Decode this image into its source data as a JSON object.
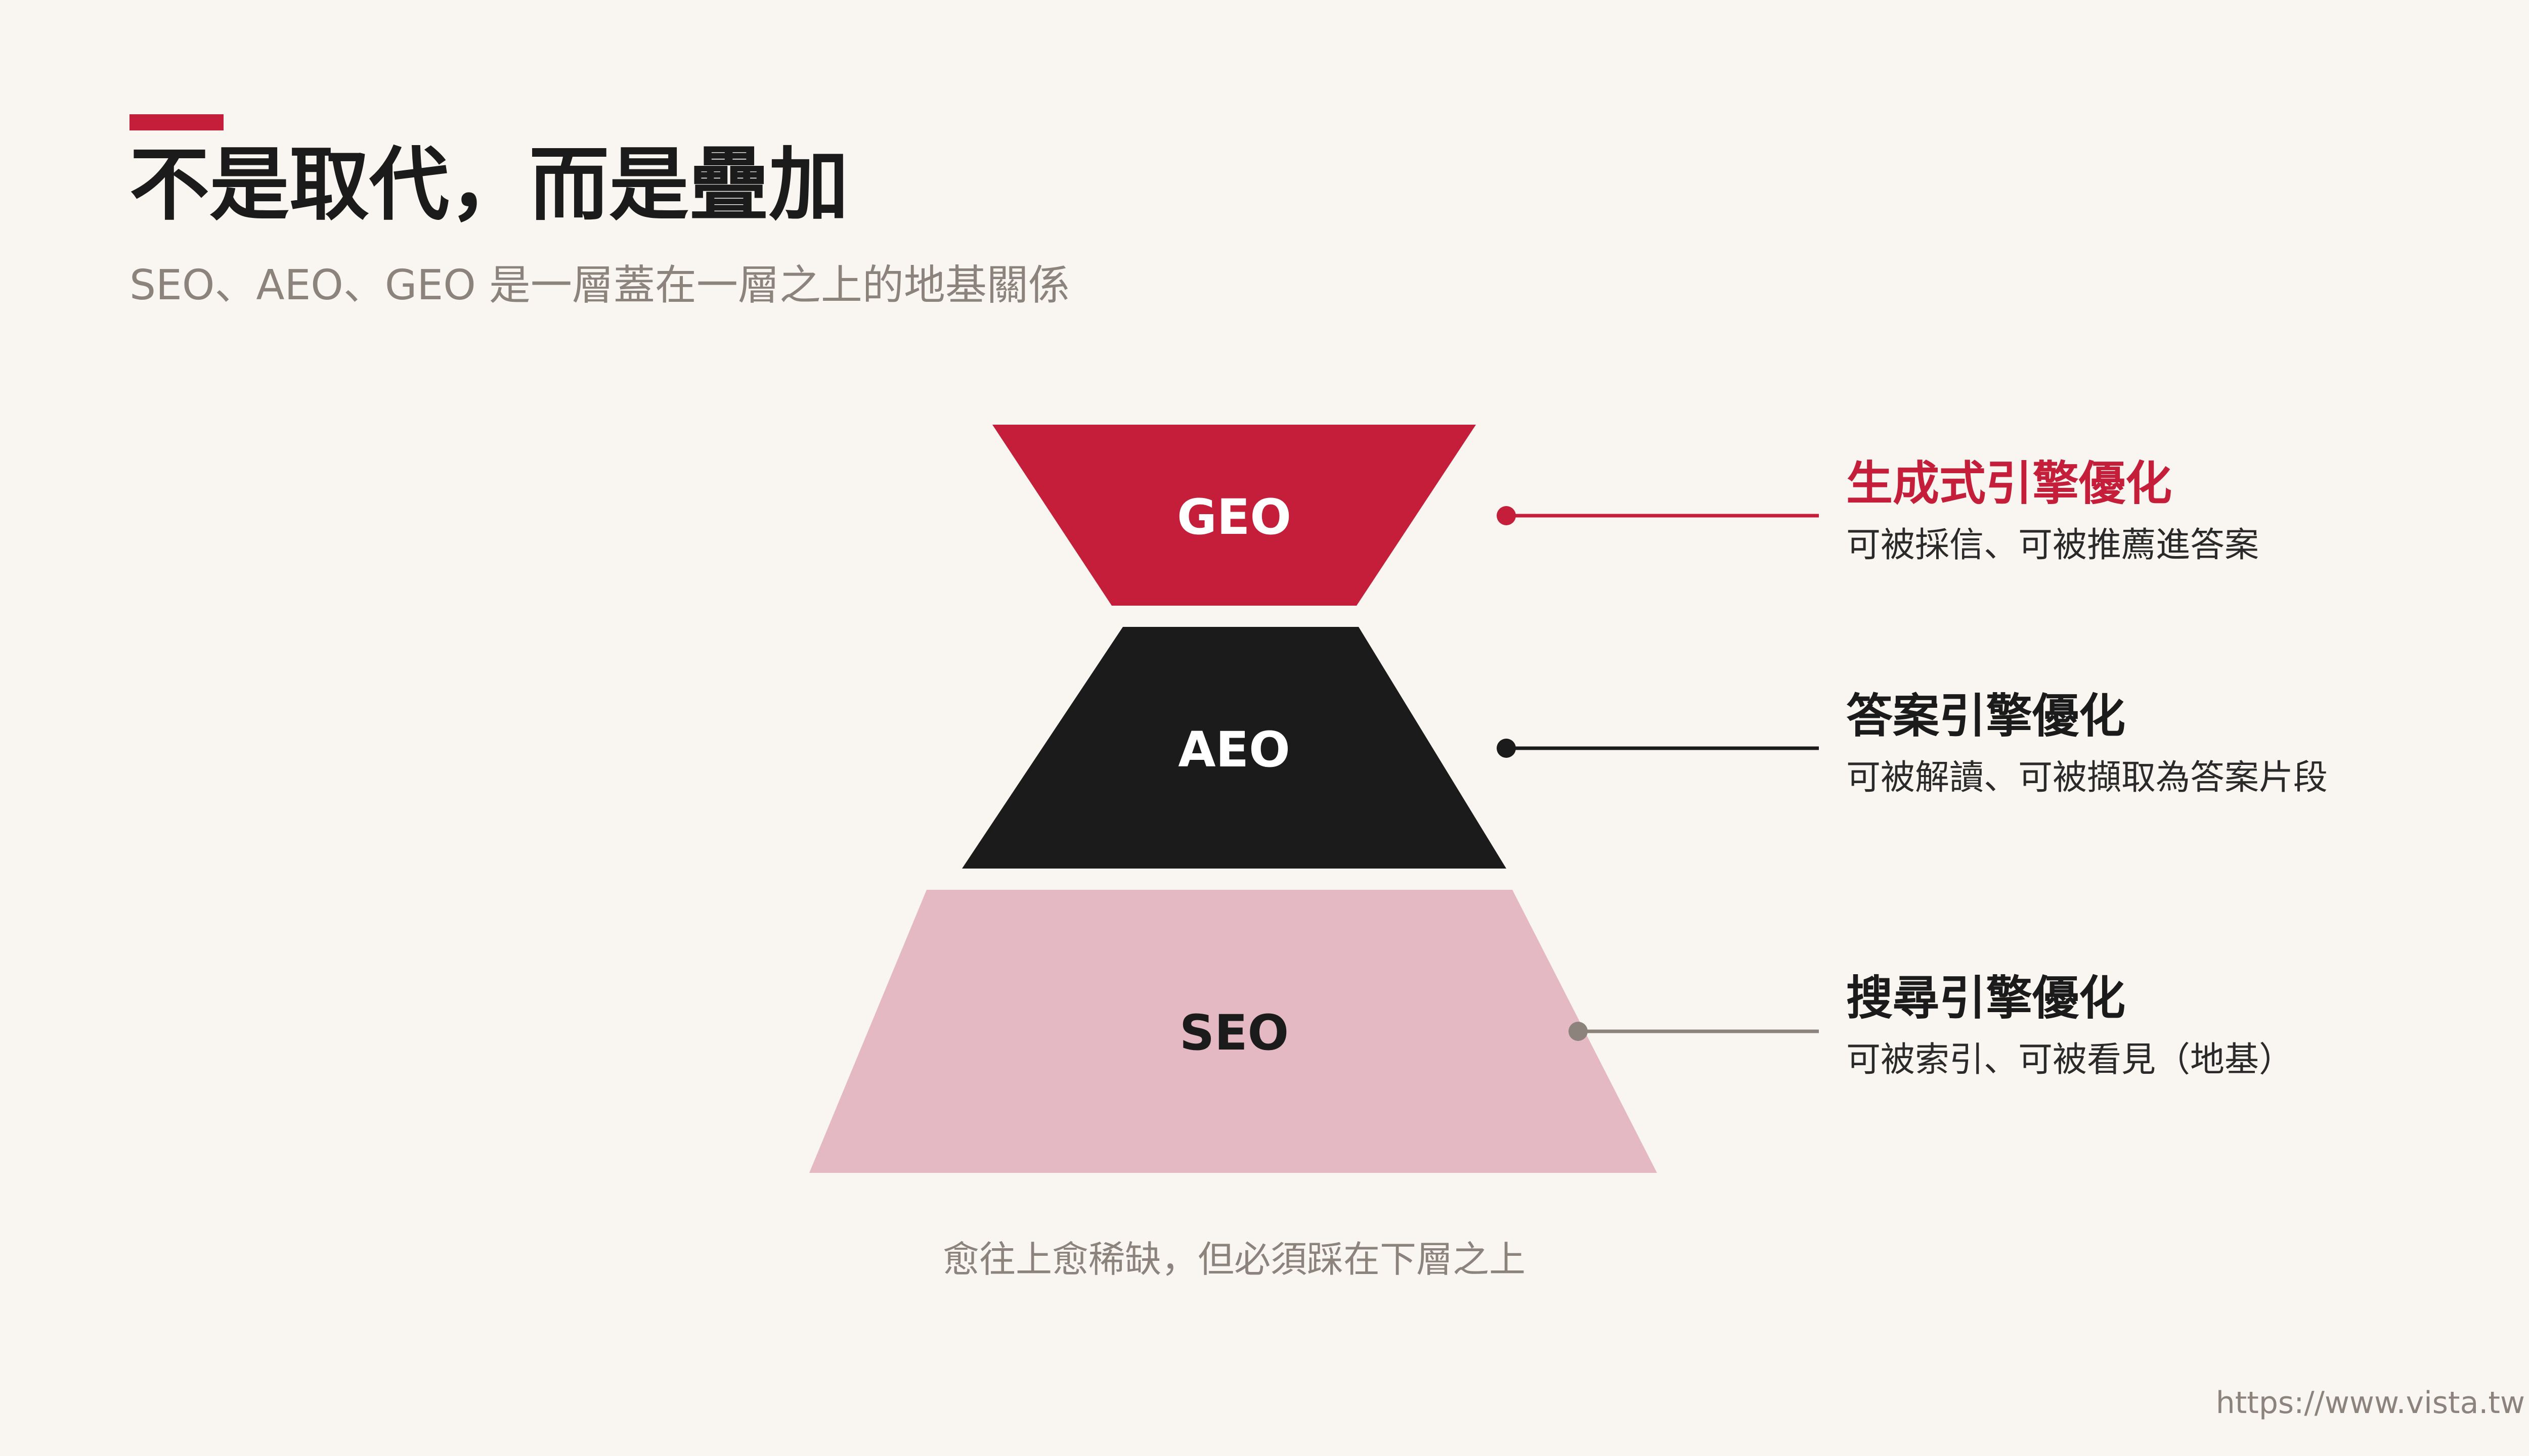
{
  "header": {
    "title": "不是取代，而是疊加",
    "subtitle": "SEO、AEO、GEO 是一層蓋在一層之上的地基關係"
  },
  "layers": [
    {
      "label": "GEO",
      "title": "生成式引擎優化",
      "description": "可被採信、可被推薦進答案",
      "color": "#c41e3a",
      "text_color": "#ffffff",
      "title_color": "#c41e3a",
      "line_color": "#c41e3a"
    },
    {
      "label": "AEO",
      "title": "答案引擎優化",
      "description": "可被解讀、可被擷取為答案片段",
      "color": "#1b1b1b",
      "text_color": "#ffffff",
      "title_color": "#1b1b1b",
      "line_color": "#1b1b1b"
    },
    {
      "label": "SEO",
      "title": "搜尋引擎優化",
      "description": "可被索引、可被看見（地基）",
      "color": "#e4b9c3",
      "text_color": "#1b1b1b",
      "title_color": "#1b1b1b",
      "line_color": "#8c847c"
    }
  ],
  "footnote": "愈往上愈稀缺，但必須踩在下層之上",
  "url": "https://www.vista.tw"
}
